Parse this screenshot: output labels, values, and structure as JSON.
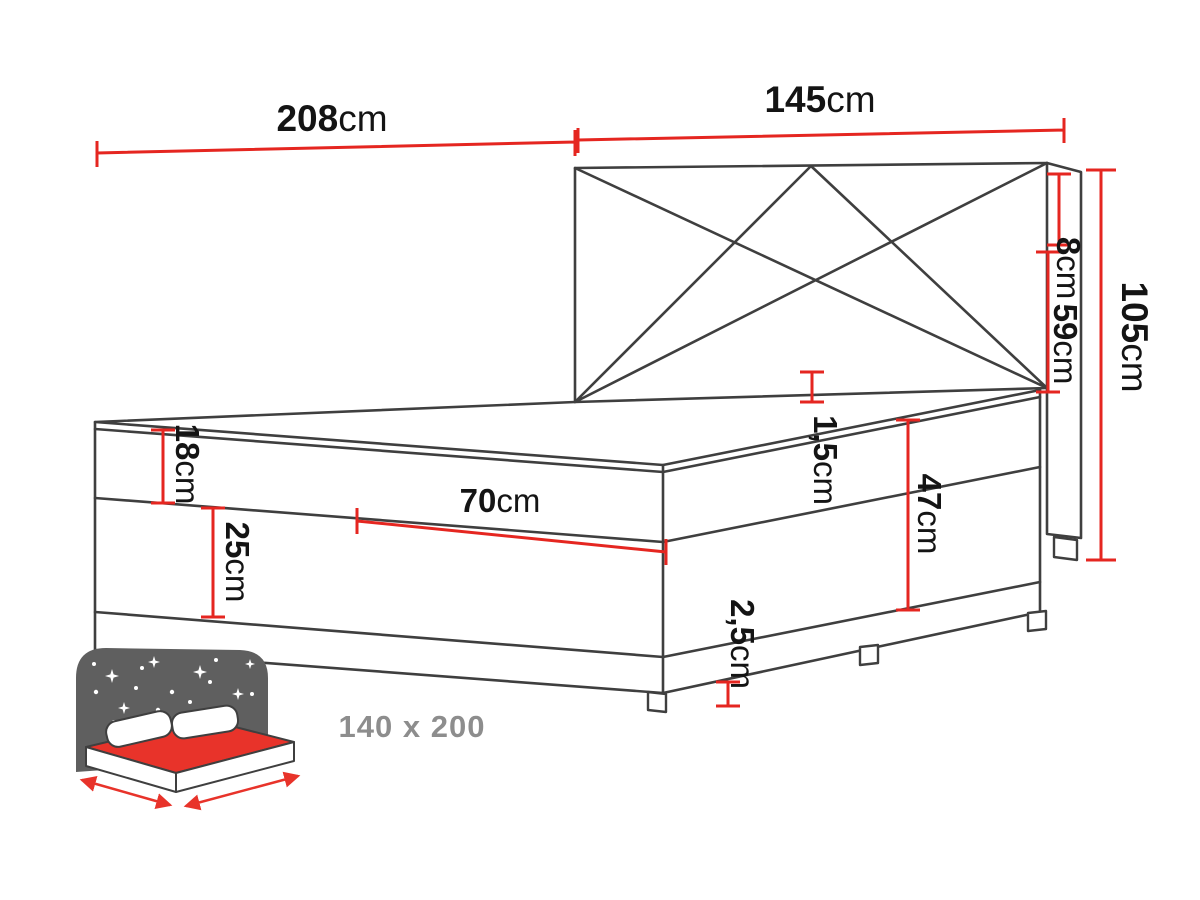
{
  "diagram": {
    "colors": {
      "red": "#e52620",
      "outline": "#3f3f3f",
      "caption_gray": "#8d8d8d",
      "icon_gray": "#5f5f5f",
      "icon_red": "#e8332a"
    },
    "labels": {
      "total_length": {
        "value": "208",
        "unit": "cm"
      },
      "headboard_width": {
        "value": "145",
        "unit": "cm"
      },
      "headboard_top_height": {
        "value": "8",
        "unit": "cm"
      },
      "headboard_panel_height": {
        "value": "59",
        "unit": "cm"
      },
      "headboard_total_height": {
        "value": "105",
        "unit": "cm"
      },
      "mattress_height": {
        "value": "18",
        "unit": "cm"
      },
      "base_height": {
        "value": "25",
        "unit": "cm"
      },
      "side_section_width": {
        "value": "70",
        "unit": "cm"
      },
      "topper_height": {
        "value": "1,5",
        "unit": "cm"
      },
      "frame_side_height": {
        "value": "47",
        "unit": "cm"
      },
      "leg_height": {
        "value": "2,5",
        "unit": "cm"
      }
    }
  },
  "size_badge": {
    "caption": "140 x 200"
  }
}
